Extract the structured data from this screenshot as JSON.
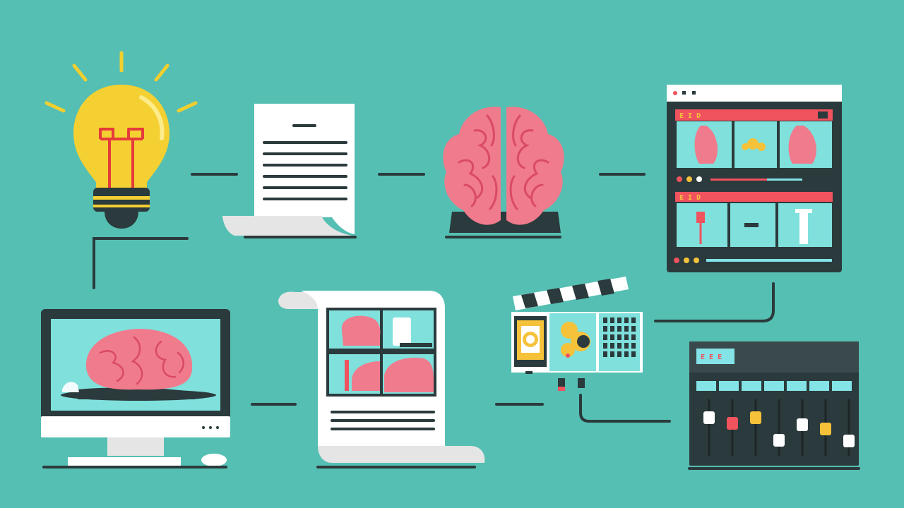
{
  "colors": {
    "background": "#55bfb3",
    "dark": "#2b3a3c",
    "paper": "#ffffff",
    "paper_shadow": "#e5e5e5",
    "bulb": "#f5d032",
    "bulb_ray": "#f2cf2e",
    "filament": "#e53b3b",
    "brain": "#f07b8d",
    "brain_line": "#d94a63",
    "brain_dark": "#2f3b3c",
    "screen": "#7fe0dc",
    "accent_red": "#f0525e",
    "accent_yellow": "#f5c23a",
    "cyan": "#83e3e6"
  },
  "icons": [
    "lightbulb-icon",
    "document-icon",
    "brain-icon",
    "video-editor-window-icon",
    "desktop-computer-icon",
    "illustrated-scroll-icon",
    "film-clapperboard-icon",
    "audio-mixer-icon"
  ],
  "editor_window": {
    "track_1_label": "E I D",
    "track_2_label": "E I D"
  },
  "mixer": {
    "header_label": "E E E"
  }
}
